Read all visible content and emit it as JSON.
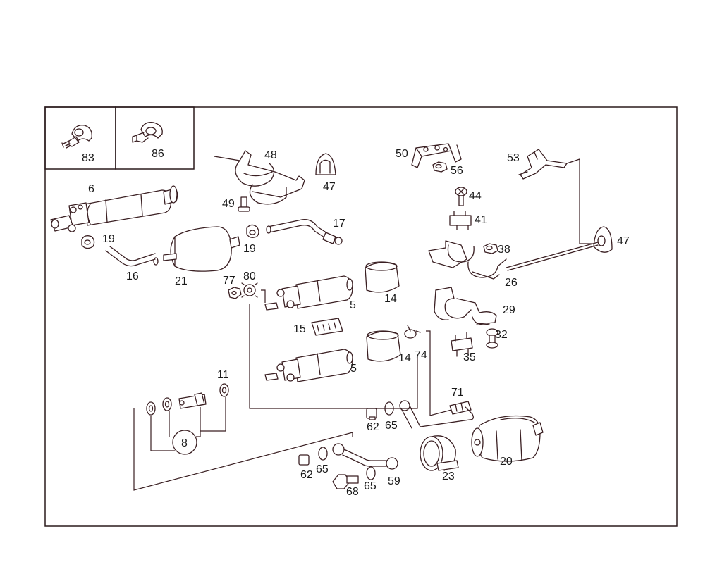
{
  "colors": {
    "line": "#3a1f22",
    "text": "#1a1a1a",
    "background": "#ffffff"
  },
  "parts": {
    "p83": "83",
    "p86": "86",
    "p6": "6",
    "p48": "48",
    "p47a": "47",
    "p49": "49",
    "p50": "50",
    "p56": "56",
    "p53": "53",
    "p44": "44",
    "p41": "41",
    "p47b": "47",
    "p19a": "19",
    "p19b": "19",
    "p16": "16",
    "p21": "21",
    "p17": "17",
    "p38": "38",
    "p26": "26",
    "p77": "77",
    "p80": "80",
    "p5a": "5",
    "p14a": "14",
    "p29": "29",
    "p15": "15",
    "p32": "32",
    "p74": "74",
    "p14b": "14",
    "p5b": "5",
    "p35": "35",
    "p11": "11",
    "p71": "71",
    "p8": "8",
    "p62a": "62",
    "p65a": "65",
    "p20": "20",
    "p62b": "62",
    "p65b": "65",
    "p23": "23",
    "p59": "59",
    "p68": "68",
    "p65c": "65"
  }
}
